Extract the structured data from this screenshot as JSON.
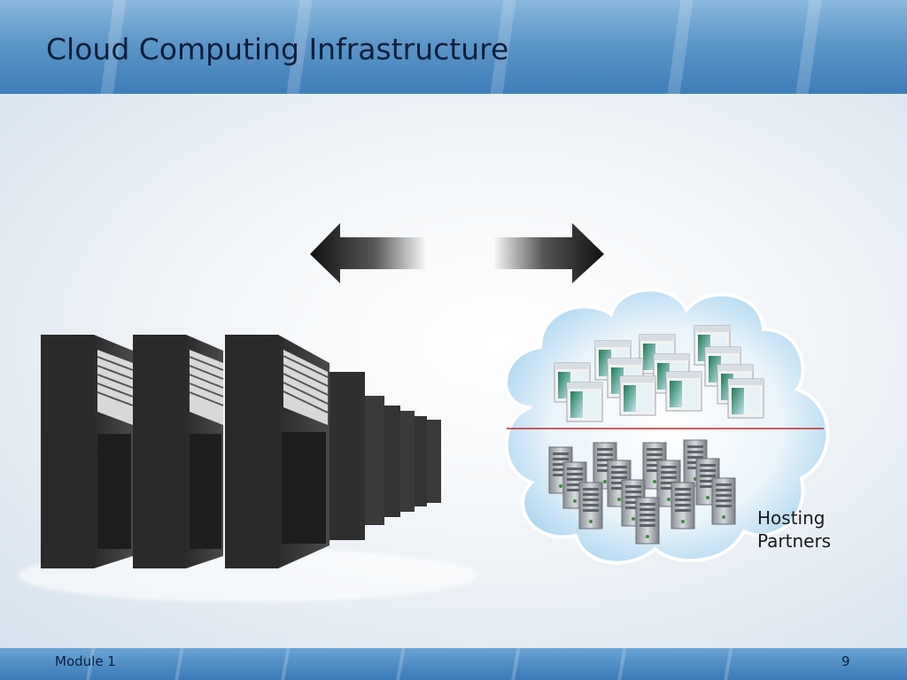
{
  "slide": {
    "title": "Cloud Computing Infrastructure",
    "footer_left": "Module 1",
    "page_number": "9",
    "hosting_label_line1": "Hosting",
    "hosting_label_line2": "Partners"
  },
  "colors": {
    "header_blue": "#4f8ac2",
    "title_text": "#0d1f3a",
    "cloud_divider": "#c0282c"
  },
  "icons": [
    "left-arrow-icon",
    "right-arrow-icon",
    "server-rack-icon",
    "cloud-icon",
    "virtual-machine-icon",
    "server-tower-icon"
  ]
}
